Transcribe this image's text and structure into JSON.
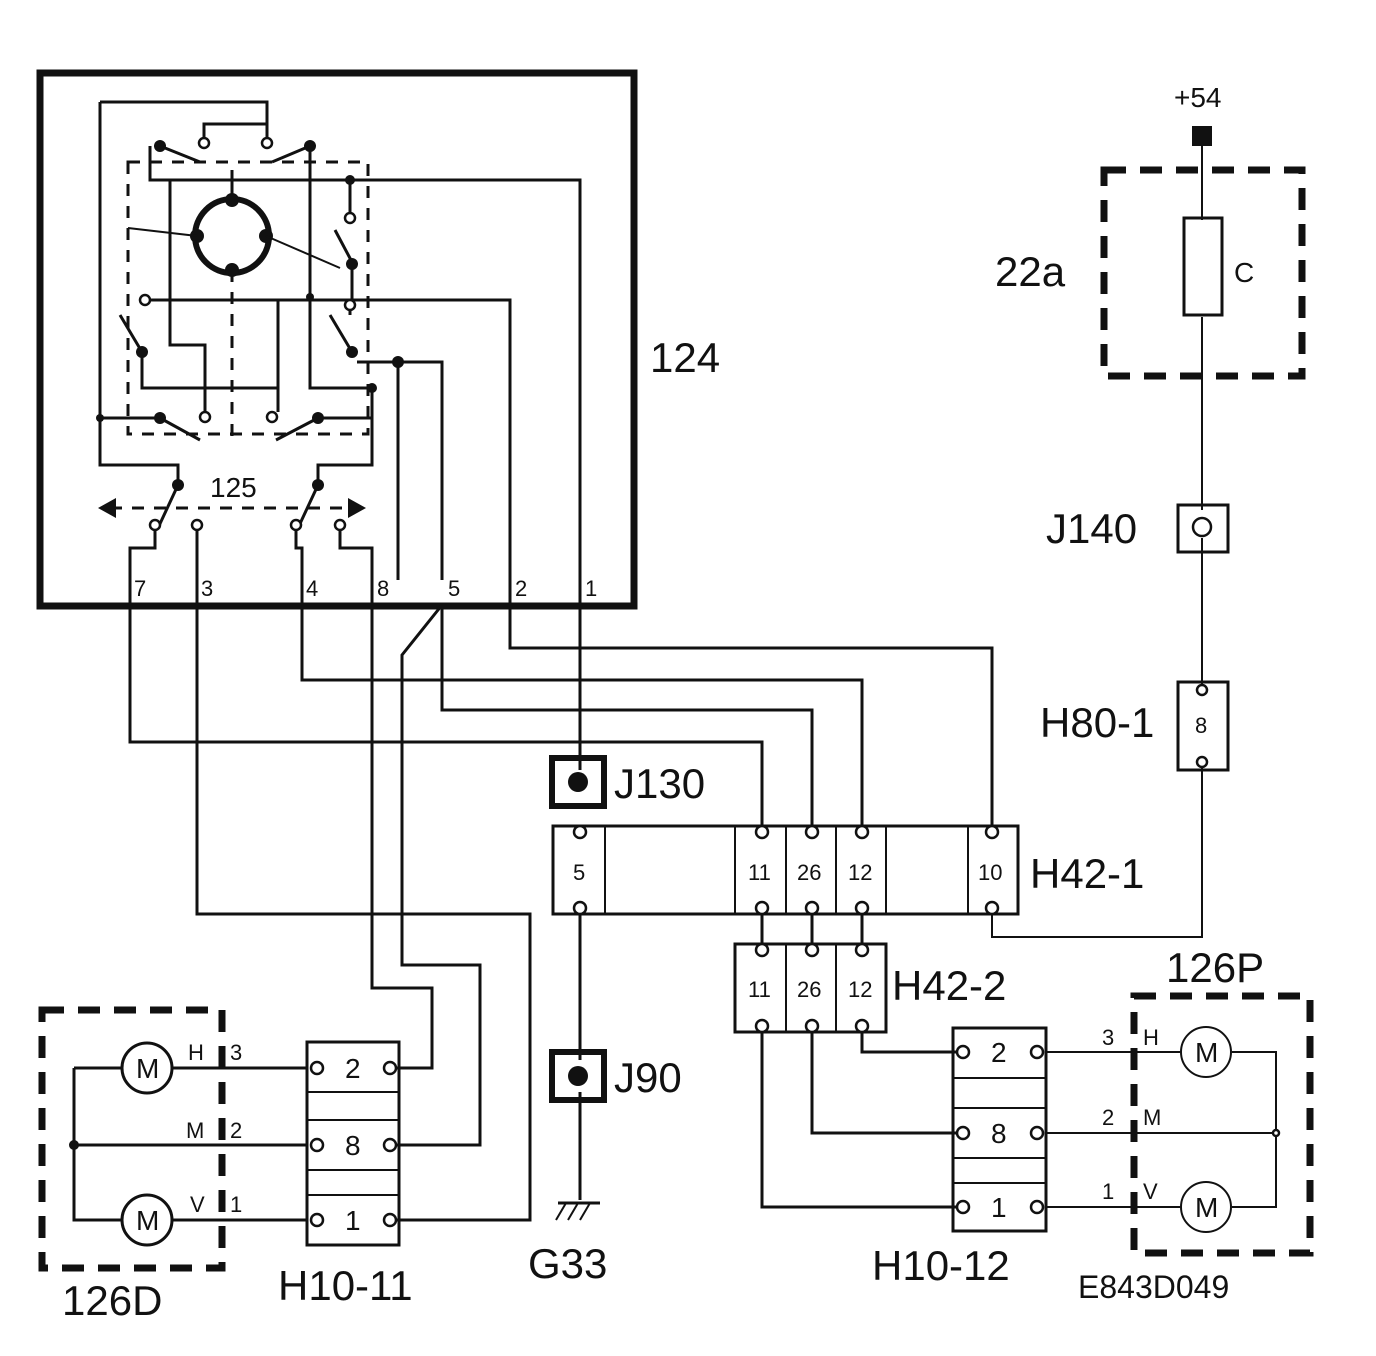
{
  "switch": {
    "label": "124",
    "inner_label": "125",
    "terminals": [
      "7",
      "3",
      "4",
      "8",
      "5",
      "2",
      "1"
    ]
  },
  "fuse_box": {
    "label": "22a",
    "fuse": "C",
    "supply": "+54"
  },
  "junctions": {
    "j140": "J140",
    "j130": "J130",
    "j90": "J90"
  },
  "connector_h80": {
    "label": "H80-1",
    "pin": "8"
  },
  "connector_h42_1": {
    "label": "H42-1",
    "pins": [
      "5",
      "11",
      "26",
      "12",
      "10"
    ]
  },
  "connector_h42_2": {
    "label": "H42-2",
    "pins": [
      "11",
      "26",
      "12"
    ]
  },
  "connector_h10_11": {
    "label": "H10-11",
    "pins": [
      "2",
      "8",
      "1"
    ]
  },
  "connector_h10_12": {
    "label": "H10-12",
    "pins": [
      "2",
      "8",
      "1"
    ]
  },
  "ground": {
    "label": "G33"
  },
  "motor_left": {
    "label": "126D",
    "motor_symbol": "M",
    "rows": [
      {
        "letter": "H",
        "num": "3"
      },
      {
        "letter": "M",
        "num": "2"
      },
      {
        "letter": "V",
        "num": "1"
      }
    ]
  },
  "motor_right": {
    "label": "126P",
    "motor_symbol": "M",
    "rows": [
      {
        "letter": "H",
        "num": "3"
      },
      {
        "letter": "M",
        "num": "2"
      },
      {
        "letter": "V",
        "num": "1"
      }
    ]
  },
  "figure_code": "E843D049"
}
